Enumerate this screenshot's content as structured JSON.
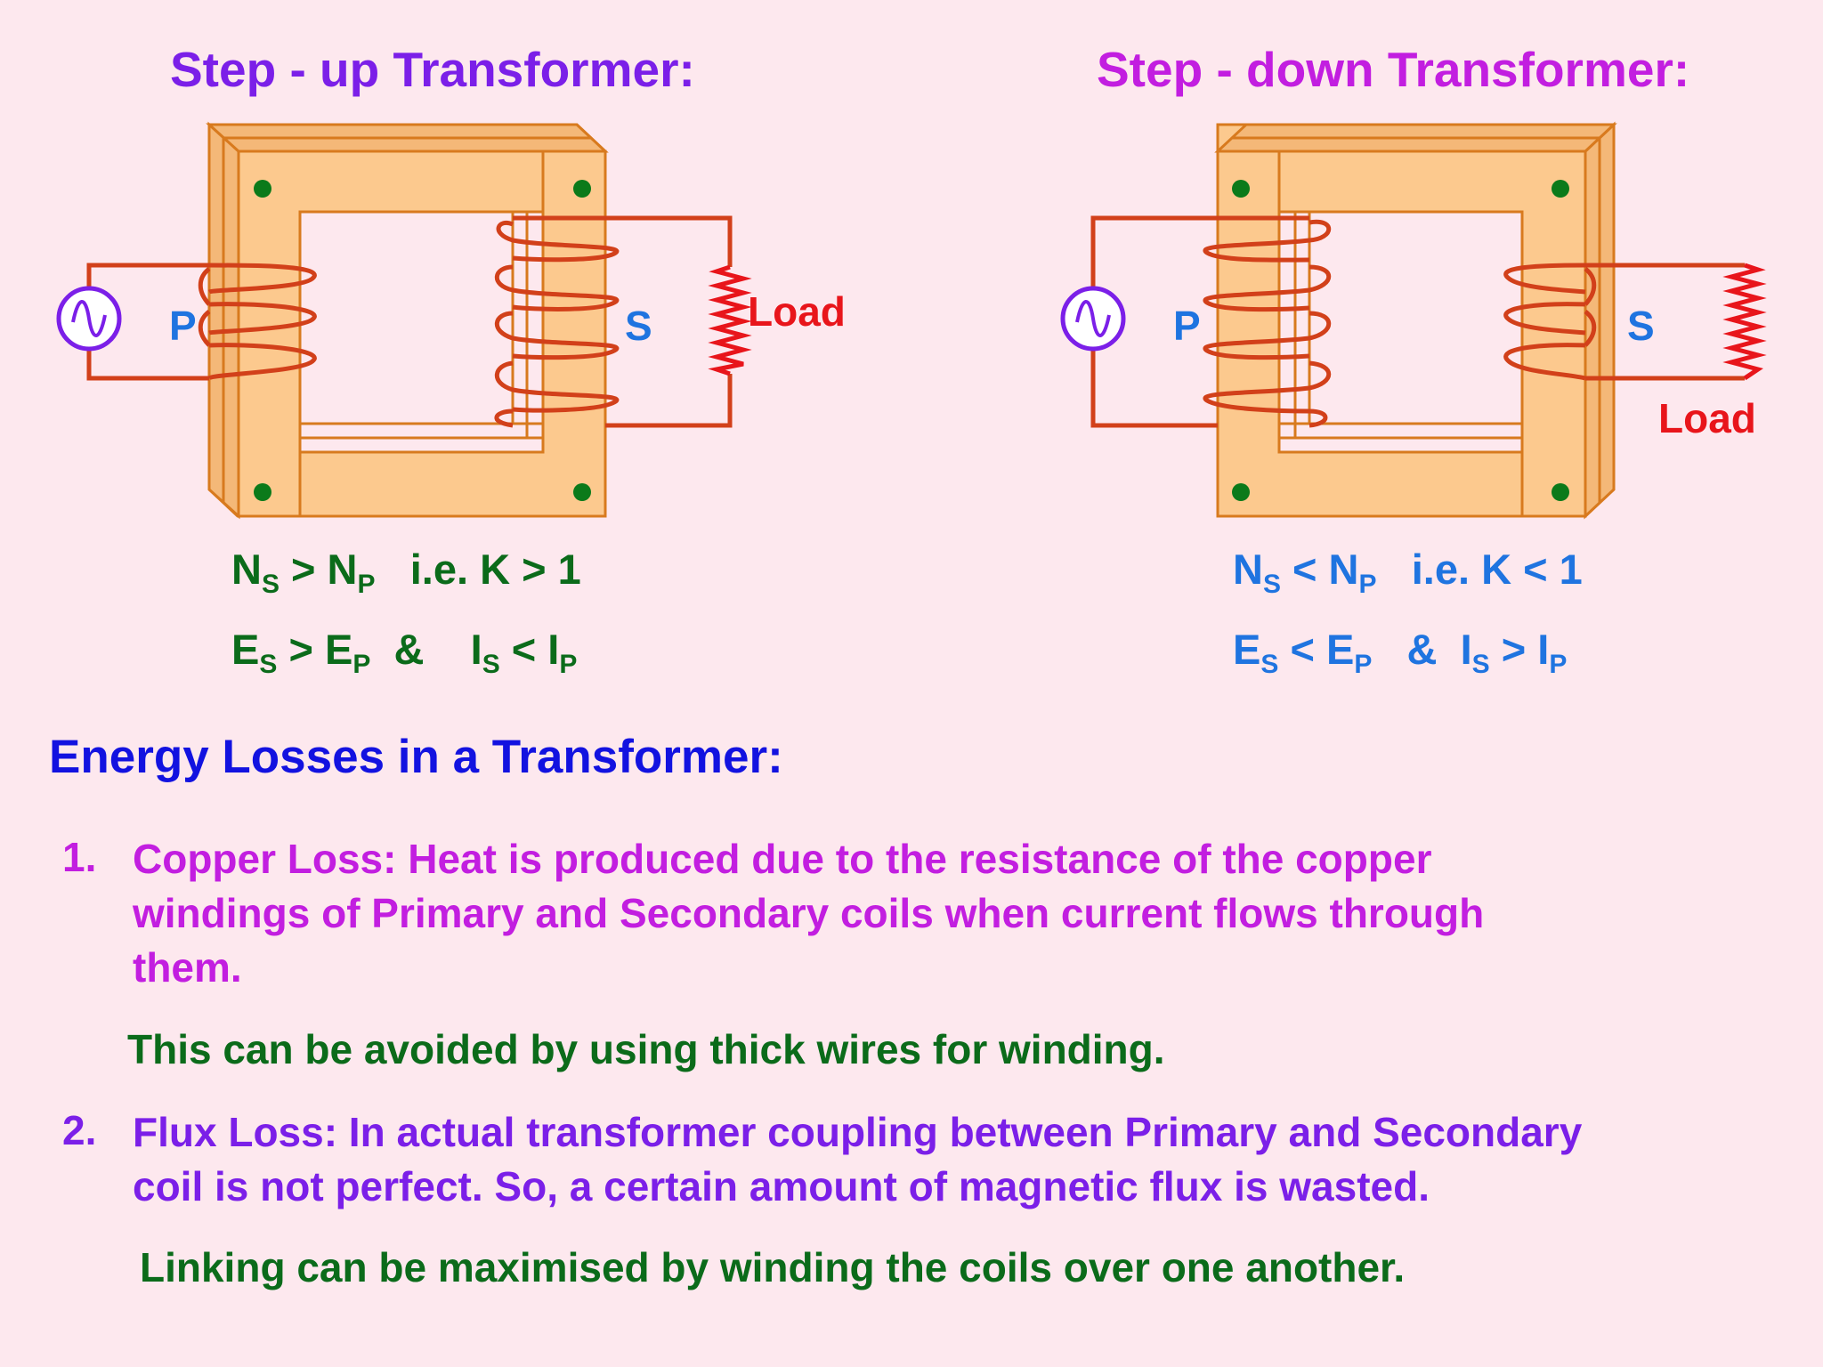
{
  "step_up": {
    "title": "Step - up Transformer:",
    "primary_label": "P",
    "secondary_label": "S",
    "load_label": "Load",
    "relation1": {
      "a": "N",
      "a_sub": "S",
      "op": ">",
      "b": "N",
      "b_sub": "P",
      "tail": "i.e. K > 1"
    },
    "relation2": {
      "a": "E",
      "a_sub": "S",
      "op": ">",
      "b": "E",
      "b_sub": "P",
      "amp": "&",
      "c": "I",
      "c_sub": "S",
      "op2": "<",
      "d": "I",
      "d_sub": "P"
    }
  },
  "step_down": {
    "title": "Step - down Transformer:",
    "primary_label": "P",
    "secondary_label": "S",
    "load_label": "Load",
    "relation1": {
      "a": "N",
      "a_sub": "S",
      "op": "<",
      "b": "N",
      "b_sub": "P",
      "tail": "i.e. K < 1"
    },
    "relation2": {
      "a": "E",
      "a_sub": "S",
      "op": "<",
      "b": "E",
      "b_sub": "P",
      "amp": "&",
      "c": "I",
      "c_sub": "S",
      "op2": ">",
      "d": "I",
      "d_sub": "P"
    }
  },
  "losses": {
    "heading": "Energy Losses in a Transformer:",
    "items": [
      {
        "number": "1.",
        "lines": [
          "Copper Loss:  Heat is produced due to the resistance of the copper",
          "windings of Primary and Secondary coils when current flows through",
          "them."
        ],
        "note": "This can be avoided by using thick wires for winding."
      },
      {
        "number": "2.",
        "lines": [
          "Flux Loss:  In actual transformer coupling between Primary and Secondary",
          "coil is not perfect. So, a certain amount of magnetic flux is wasted."
        ],
        "note": "Linking can be maximised by winding the coils over one another."
      }
    ]
  },
  "colors": {
    "core_fill": "#fcc98e",
    "core_edge": "#d87a1e",
    "wire": "#d2401a",
    "load": "#e8151b",
    "source": "#7b1fe8",
    "bolt": "#0b7a1a"
  }
}
